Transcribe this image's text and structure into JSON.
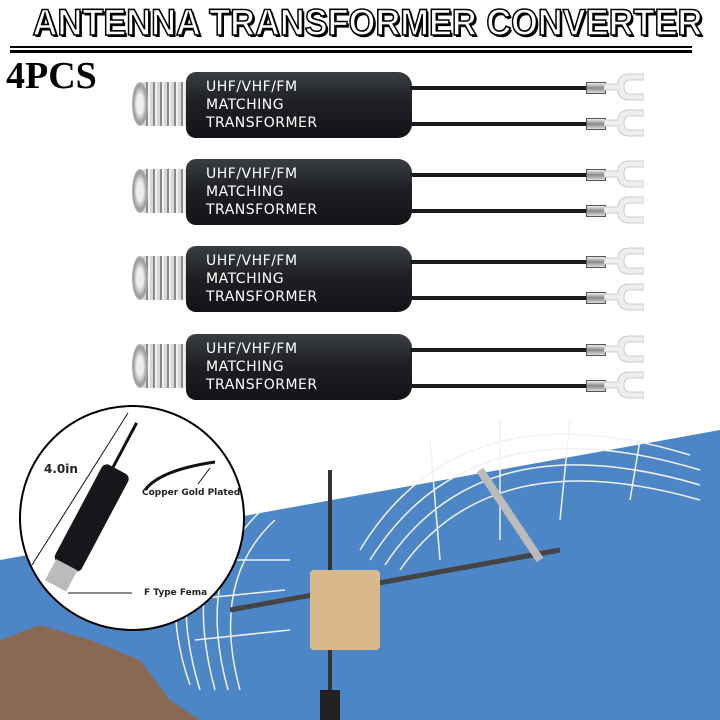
{
  "header": {
    "title": "ANTENNA TRANSFORMER CONVERTER",
    "quantity": "4PCS"
  },
  "product": {
    "label_lines": [
      "UHF/VHF/FM",
      "MATCHING",
      "TRANSFORMER"
    ],
    "count": 4
  },
  "inset": {
    "length": "4.0in",
    "callout_wire": "Copper Gold Plated",
    "callout_connector": "F Type Fema"
  },
  "colors": {
    "sky": "#4d86c6",
    "body": "#1e2024"
  }
}
